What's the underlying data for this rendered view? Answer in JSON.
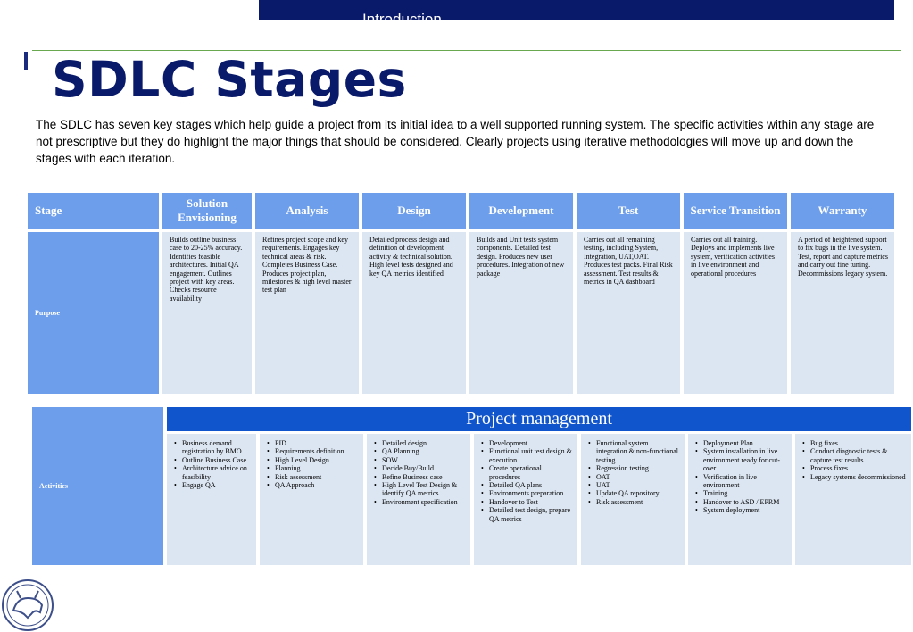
{
  "header": {
    "top_bar_text": "Introduction",
    "title": "SDLC Stages",
    "intro": "The SDLC has seven key stages which help guide a project from its initial idea to a well supported running system.  The specific activities within any stage are not prescriptive but they do highlight the major things that should be considered. Clearly projects using iterative methodologies will move up and down the stages with each iteration."
  },
  "table": {
    "stage_label": "Stage",
    "purpose_label": "Purpose",
    "activities_label": "Activities",
    "project_management": "Project management",
    "stages": [
      {
        "name": "Solution Envisioning",
        "purpose": "Builds outline business case to 20-25% accuracy. Identifies feasible architectures. Initial QA engagement. Outlines project with key areas. Checks resource availability",
        "activities": [
          "Business demand registration by BMO",
          "Outline Business Case",
          "Architecture advice on feasibility",
          "Engage QA"
        ]
      },
      {
        "name": "Analysis",
        "purpose": "Refines project scope and key requirements.  Engages key technical areas & risk. Completes Business Case. Produces project plan, milestones & high level master test plan",
        "activities": [
          "PID",
          "Requirements definition",
          "High Level Design",
          "Planning",
          "Risk assessment",
          "QA Approach"
        ]
      },
      {
        "name": "Design",
        "purpose": "Detailed process design and definition of development activity & technical solution. High level tests designed and key QA  metrics identified",
        "activities": [
          "Detailed design",
          "QA Planning",
          "SOW",
          "Decide Buy/Build",
          "Refine Business case",
          "High Level Test Design & identify QA metrics",
          "Environment specification"
        ]
      },
      {
        "name": "Development",
        "purpose": "Builds and Unit tests system components. Detailed test design. Produces new user procedures.  Integration of new package",
        "activities": [
          "Development",
          "Functional unit test design & execution",
          "Create operational procedures",
          "Detailed QA plans",
          "Environments preparation",
          "Handover to Test",
          "Detailed test design, prepare QA metrics"
        ]
      },
      {
        "name": "Test",
        "purpose": "Carries out all remaining testing, including System, Integration, UAT,OAT. Produces test packs. Final Risk assessment. Test results & metrics in QA dashboard",
        "activities": [
          "Functional system integration & non-functional testing",
          "Regression testing",
          "OAT",
          "UAT",
          "Update QA repository",
          "Risk assessment"
        ]
      },
      {
        "name": "Service Transition",
        "purpose": "Carries out all training. Deploys and implements live system, verification activities in live environment and operational procedures",
        "activities": [
          "Deployment Plan",
          "System installation in live environment ready for cut-over",
          "Verification in live environment",
          "Training",
          "Handover to ASD / EPRM",
          "System deployment"
        ]
      },
      {
        "name": "Warranty",
        "purpose": "A period of heightened support to fix bugs in the live system. Test, report and capture metrics and carry out fine tuning. Decommissions legacy system.",
        "activities": [
          "Bug fixes",
          "Conduct diagnostic tests & capture test results",
          "Process fixes",
          "Legacy systems decommissioned"
        ]
      }
    ]
  },
  "colors": {
    "header_blue": "#6d9eeb",
    "cell_bg": "#dce6f2",
    "pm_bar": "#1155cc",
    "title_navy": "#0a1a6b",
    "rule_green": "#6aa84f"
  },
  "icons": {
    "logo": "bull-crest-logo-icon"
  }
}
